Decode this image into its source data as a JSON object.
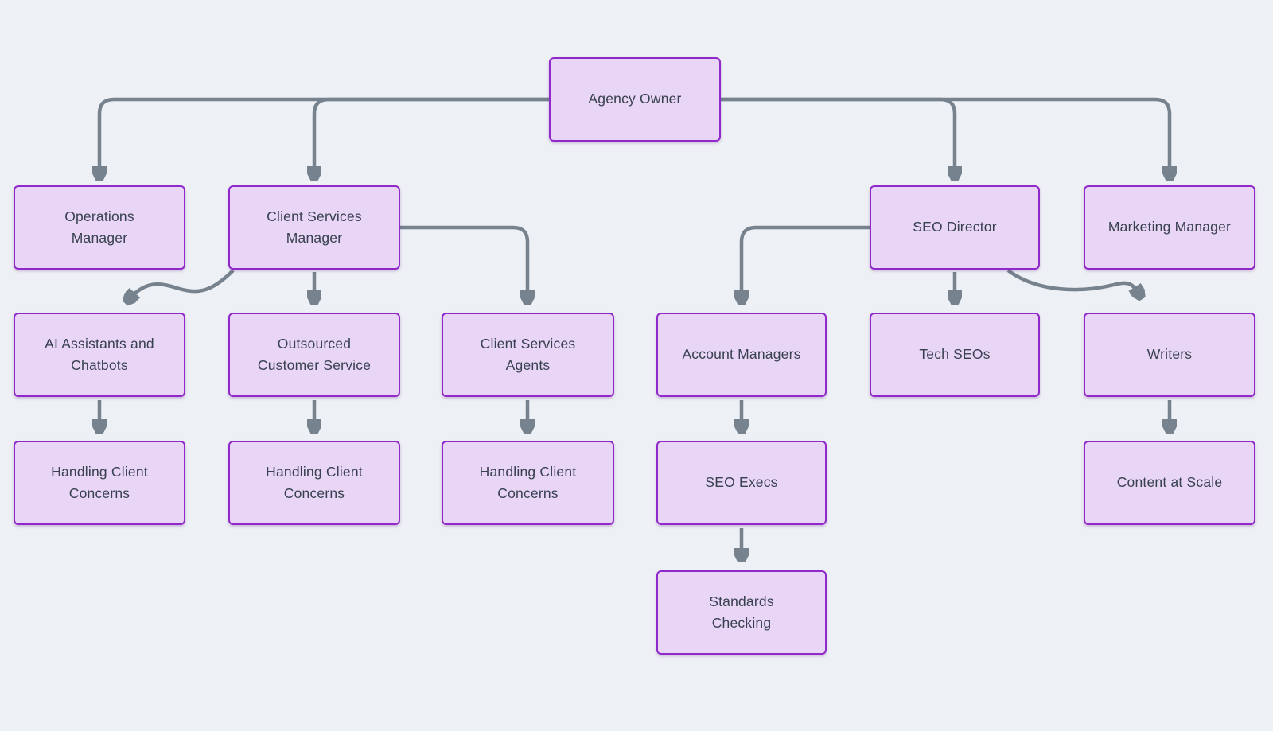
{
  "diagram": {
    "type": "org-chart",
    "colors": {
      "background": "#edf0f4",
      "node_fill": "#e9d6f7",
      "node_border": "#9129ca",
      "node_text": "#394150",
      "connector": "#76828e"
    }
  },
  "nodes": {
    "agency_owner": {
      "label": "Agency Owner"
    },
    "operations_manager": {
      "label": "Operations Manager"
    },
    "client_services_manager": {
      "label": "Client Services Manager"
    },
    "seo_director": {
      "label": "SEO Director"
    },
    "marketing_manager": {
      "label": "Marketing Manager"
    },
    "ai_assistants": {
      "label": "AI Assistants and Chatbots"
    },
    "outsourced_customer_service": {
      "label": "Outsourced Customer Service"
    },
    "client_services_agents": {
      "label": "Client Services Agents"
    },
    "account_managers": {
      "label": "Account Managers"
    },
    "tech_seos": {
      "label": "Tech SEOs"
    },
    "writers": {
      "label": "Writers"
    },
    "handling_client_concerns_ops": {
      "label": "Handling Client Concerns"
    },
    "handling_client_concerns_outsourced": {
      "label": "Handling Client Concerns"
    },
    "handling_client_concerns_agents": {
      "label": "Handling Client Concerns"
    },
    "seo_execs": {
      "label": "SEO Execs"
    },
    "content_at_scale": {
      "label": "Content at Scale"
    },
    "standards_checking": {
      "label": "Standards Checking"
    }
  },
  "edges": [
    {
      "from": "Agency Owner",
      "to": "Operations Manager",
      "style": "elbow"
    },
    {
      "from": "Agency Owner",
      "to": "Client Services Manager",
      "style": "elbow"
    },
    {
      "from": "Agency Owner",
      "to": "SEO Director",
      "style": "elbow"
    },
    {
      "from": "Agency Owner",
      "to": "Marketing Manager",
      "style": "elbow"
    },
    {
      "from": "Client Services Manager",
      "to": "AI Assistants and Chatbots",
      "style": "curve"
    },
    {
      "from": "Client Services Manager",
      "to": "Outsourced Customer Service",
      "style": "straight"
    },
    {
      "from": "Client Services Manager",
      "to": "Client Services Agents",
      "style": "elbow"
    },
    {
      "from": "SEO Director",
      "to": "Account Managers",
      "style": "elbow"
    },
    {
      "from": "SEO Director",
      "to": "Tech SEOs",
      "style": "straight"
    },
    {
      "from": "SEO Director",
      "to": "Writers",
      "style": "curve"
    },
    {
      "from": "AI Assistants and Chatbots",
      "to": "Handling Client Concerns",
      "style": "straight"
    },
    {
      "from": "Outsourced Customer Service",
      "to": "Handling Client Concerns",
      "style": "straight"
    },
    {
      "from": "Client Services Agents",
      "to": "Handling Client Concerns",
      "style": "straight"
    },
    {
      "from": "Account Managers",
      "to": "SEO Execs",
      "style": "straight"
    },
    {
      "from": "Writers",
      "to": "Content at Scale",
      "style": "straight"
    },
    {
      "from": "SEO Execs",
      "to": "Standards Checking",
      "style": "straight"
    }
  ]
}
